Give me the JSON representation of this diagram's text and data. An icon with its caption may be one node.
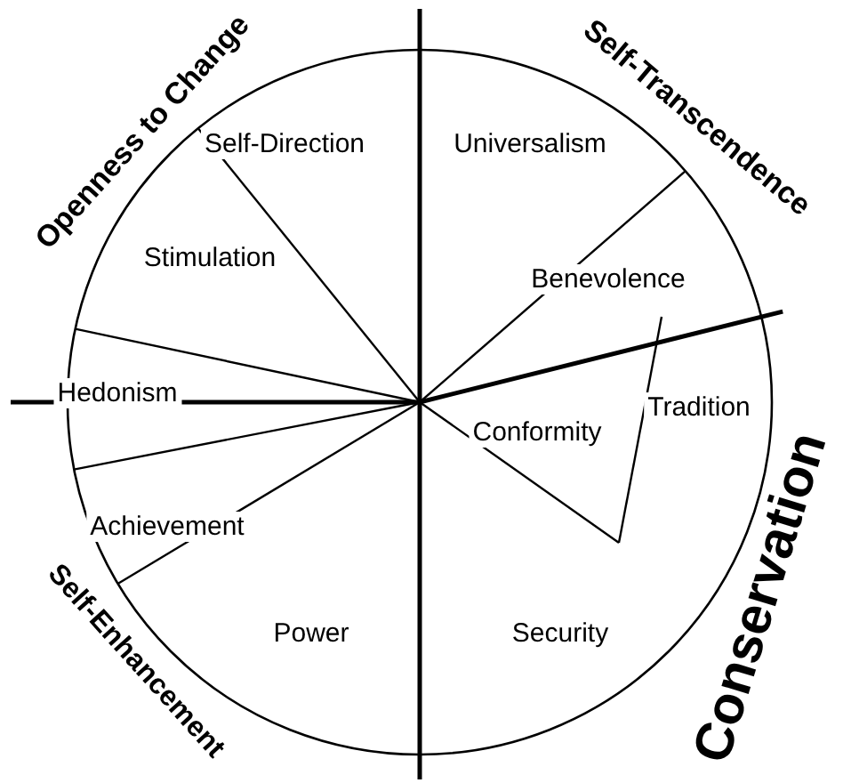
{
  "diagram": {
    "nodes": [
      {
        "text": [
          "Self-Direction"
        ]
      },
      {
        "text": [
          "Universalism"
        ]
      },
      {
        "text": [
          "Stimulation"
        ]
      },
      {
        "text": [
          "Benevolence"
        ]
      },
      {
        "text": [
          "Hedonism"
        ]
      },
      {
        "text": [
          "Tradition"
        ]
      },
      {
        "text": [
          "Conformity"
        ]
      },
      {
        "text": [
          "Achievement"
        ]
      },
      {
        "text": [
          "Power"
        ]
      },
      {
        "text": [
          "Security"
        ]
      }
    ],
    "labels": [
      "Openness to Change",
      "Self-Transcendence",
      "Self-Enhancement",
      "Conservation"
    ]
  }
}
